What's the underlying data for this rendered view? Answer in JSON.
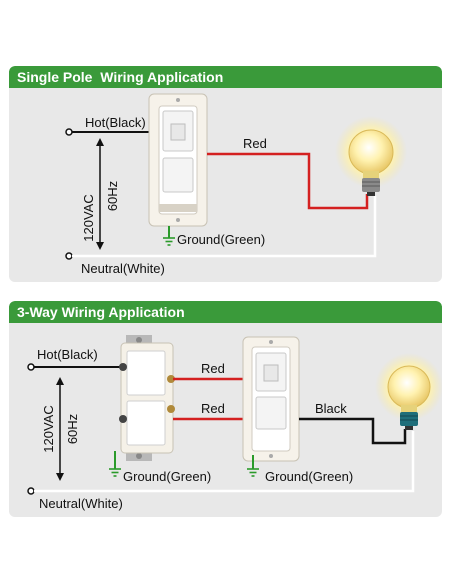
{
  "panel1": {
    "title": "Single Pole  Wiring Application",
    "hot_label": "Hot(Black)",
    "voltage_label": "120VAC",
    "freq_label": "60Hz",
    "red_label": "Red",
    "ground_label": "Ground(Green)",
    "neutral_label": "Neutral(White)"
  },
  "panel2": {
    "title": "3-Way Wiring Application",
    "hot_label": "Hot(Black)",
    "voltage_label": "120VAC",
    "freq_label": "60Hz",
    "red_label_top": "Red",
    "red_label_bottom": "Red",
    "black_label": "Black",
    "ground_label_left": "Ground(Green)",
    "ground_label_right": "Ground(Green)",
    "neutral_label": "Neutral(White)"
  },
  "colors": {
    "header_green": "#3a9a3a",
    "panel_bg": "#e8e8e8",
    "wire_red": "#d42020",
    "wire_black": "#111111",
    "wire_white": "#ffffff",
    "ground_green": "#2a9a2a",
    "bulb_glow": "#fff3b0"
  }
}
